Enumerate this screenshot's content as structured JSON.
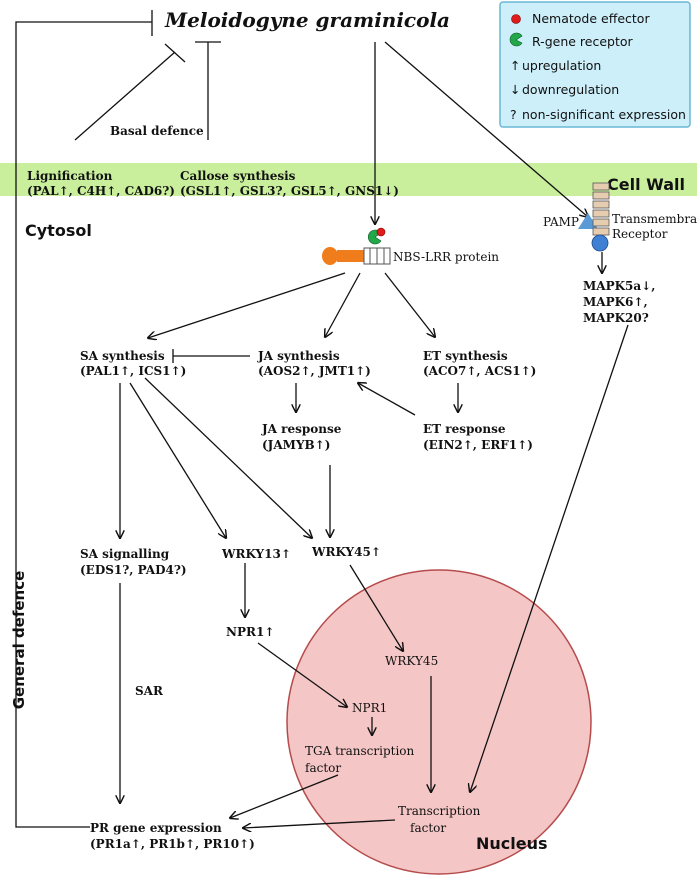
{
  "colors": {
    "cell_wall_band": "#c9ee9c",
    "nucleus_fill": "#f5c6c6",
    "nucleus_stroke": "#b54c4c",
    "legend_fill": "#cdeffa",
    "legend_stroke": "#6ab7d6",
    "effector_red": "#e01b1b",
    "receptor_green": "#22a84a",
    "nbs_orange": "#f07d1c",
    "pamp_triangle": "#5b9bd5",
    "receptor_blue": "#3f7fd4",
    "receptor_tan": "#e7cdb0"
  },
  "title": "Meloidogyne graminicola",
  "legend": {
    "items": [
      {
        "icon": "red-dot-icon",
        "label": "Nematode effector"
      },
      {
        "icon": "green-pacman-icon",
        "label": "R-gene receptor"
      },
      {
        "icon": "up-arrow-icon",
        "symbol": "↑",
        "label": "upregulation"
      },
      {
        "icon": "down-arrow-icon",
        "symbol": "↓",
        "label": "downregulation"
      },
      {
        "icon": "question-icon",
        "symbol": "?",
        "label": "non-significant expression"
      }
    ]
  },
  "regions": {
    "cell_wall": "Cell Wall",
    "cytosol": "Cytosol",
    "nucleus": "Nucleus"
  },
  "labels": {
    "basal_defence": "Basal defence",
    "general_defence": "General defence",
    "sar": "SAR",
    "nbs_lrr": "NBS-LRR protein",
    "pamp": "PAMP",
    "transmembrane_1": "Transmembrane",
    "transmembrane_2": "Receptor"
  },
  "nodes": {
    "lignification": {
      "title": "Lignification",
      "genes": "(PAL↑, C4H↑, CAD6?)"
    },
    "callose": {
      "title": "Callose synthesis",
      "genes": "(GSL1↑, GSL3?, GSL5↑, GNS1↓)"
    },
    "mapk": {
      "line1": "MAPK5a↓,",
      "line2": "MAPK6↑,",
      "line3": "MAPK20?"
    },
    "sa_synthesis": {
      "title": "SA synthesis",
      "genes": "(PAL1↑, ICS1↑)"
    },
    "ja_synthesis": {
      "title": "JA synthesis",
      "genes": "(AOS2↑, JMT1↑)"
    },
    "et_synthesis": {
      "title": "ET synthesis",
      "genes": "(ACO7↑, ACS1↑)"
    },
    "ja_response": {
      "title": "JA response",
      "genes": "(JAMYB↑)"
    },
    "et_response": {
      "title": "ET response",
      "genes": "(EIN2↑, ERF1↑)"
    },
    "sa_signalling": {
      "title": "SA signalling",
      "genes": "(EDS1?, PAD4?)"
    },
    "wrky13": {
      "title": "WRKY13↑"
    },
    "wrky45": {
      "title": "WRKY45↑"
    },
    "npr1": {
      "title": "NPR1↑"
    },
    "pr_gene": {
      "title": "PR gene expression",
      "genes": "(PR1a↑, PR1b↑, PR10↑)"
    },
    "nuc_wrky45": {
      "title": "WRKY45"
    },
    "nuc_npr1": {
      "title": "NPR1"
    },
    "tga": {
      "line1": "TGA transcription",
      "line2": "factor"
    },
    "tf": {
      "line1": "Transcription",
      "line2": "factor"
    }
  }
}
